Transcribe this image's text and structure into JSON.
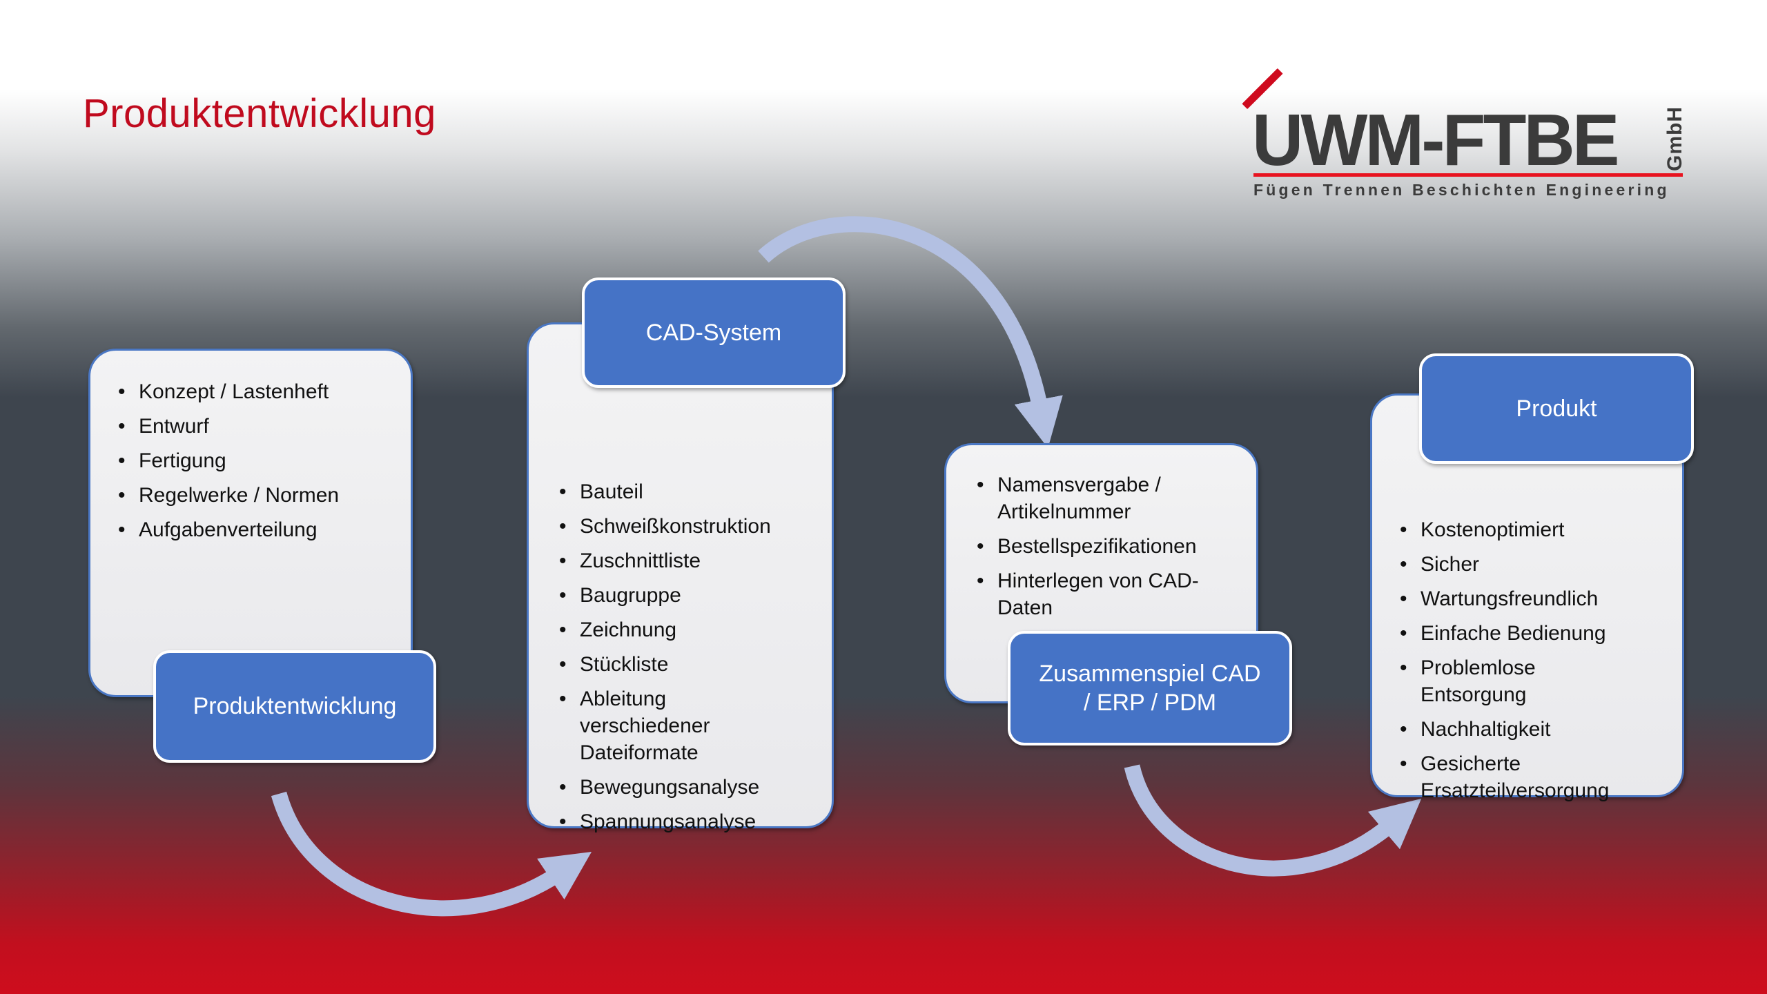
{
  "slide": {
    "title": "Produktentwicklung"
  },
  "logo": {
    "name": "UWM-FTBE",
    "suffix": "GmbH",
    "tagline": "Fügen Trennen Beschichten Engineering",
    "stripes_icon": "three-red-diagonal-stripes",
    "text_color": "#3b3b3b",
    "underline_color": "#e8131f"
  },
  "colors": {
    "title_red": "#c00a1e",
    "accent_blue": "#4573c6",
    "card_fill": "#ededef",
    "card_border": "#4a77c4",
    "arrow": "#b3c0e2",
    "background_top": "#ffffff",
    "background_middle": "#3e454e",
    "background_bottom": "#ce0d1d"
  },
  "steps": [
    {
      "label": "Produktentwicklung",
      "label_position": "bottom",
      "bullets": [
        "Konzept / Lastenheft",
        "Entwurf",
        "Fertigung",
        "Regelwerke / Normen",
        "Aufgabenverteilung"
      ]
    },
    {
      "label": "CAD-System",
      "label_position": "top",
      "bullets": [
        "Bauteil",
        "Schweißkonstruktion",
        "Zuschnittliste",
        "Baugruppe",
        "Zeichnung",
        "Stückliste",
        "Ableitung verschiedener Dateiformate",
        "Bewegungsanalyse",
        "Spannungsanalyse"
      ]
    },
    {
      "label": "Zusammenspiel CAD / ERP / PDM",
      "label_position": "bottom",
      "bullets": [
        "Namensvergabe / Artikelnummer",
        "Bestellspezifikationen",
        "Hinterlegen von CAD-Daten"
      ]
    },
    {
      "label": "Produkt",
      "label_position": "top",
      "bullets": [
        "Kostenoptimiert",
        "Sicher",
        "Wartungsfreundlich",
        "Einfache Bedienung",
        "Problemlose Entsorgung",
        "Nachhaltigkeit",
        "Gesicherte Ersatzteilversorgung"
      ]
    }
  ],
  "arrows": [
    {
      "from": "Produktentwicklung",
      "to": "CAD-System"
    },
    {
      "from": "CAD-System",
      "to": "Zusammenspiel CAD / ERP / PDM"
    },
    {
      "from": "Zusammenspiel CAD / ERP / PDM",
      "to": "Produkt"
    }
  ]
}
